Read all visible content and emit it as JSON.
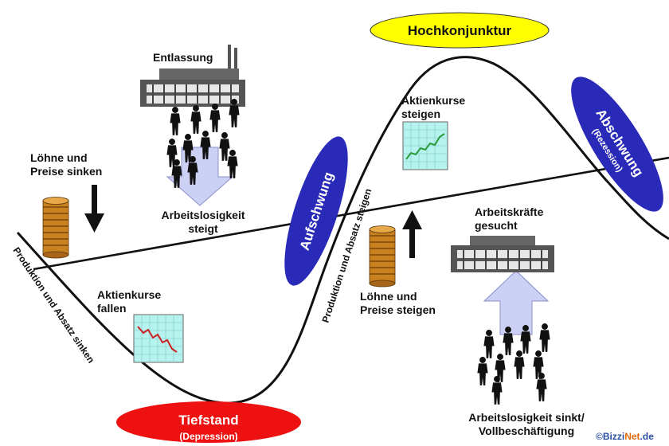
{
  "phases": {
    "peak": "Hochkonjunktur",
    "upswing": "Aufschwung",
    "downswing": "Abschwung",
    "downswing_sub": "(Rezession)",
    "trough": "Tiefstand",
    "trough_sub": "(Depression)"
  },
  "labels": {
    "dismissal": "Entlassung",
    "wages_fall": [
      "Löhne und",
      "Preise sinken"
    ],
    "unemployment_rises": [
      "Arbeitslosigkeit",
      "steigt"
    ],
    "stocks_fall": [
      "Aktienkurse",
      "fallen"
    ],
    "stocks_rise": [
      "Aktienkurse",
      "steigen"
    ],
    "wages_rise": [
      "Löhne und",
      "Preise steigen"
    ],
    "workers_wanted": [
      "Arbeitskräfte",
      "gesucht"
    ],
    "unemployment_falls": [
      "Arbeitslosigkeit sinkt/",
      "Vollbeschäftigung"
    ],
    "production_falls": "Produktion und Absatz sinken",
    "production_rises": "Produktion und Absatz steigen"
  },
  "credit": {
    "prefix": "©Bizzi",
    "highlight": "Net",
    "suffix": ".de"
  },
  "colors": {
    "peak_fill": "#ffff00",
    "trough_fill": "#ee1111",
    "ellipse_blue": "#2a2ab8",
    "chart_bg": "#b6f2ee",
    "rise_line": "#2a9a3a",
    "fall_line": "#cc2222",
    "arrow_purple": "#ccd0f4",
    "coin": "#c9801e"
  },
  "icons": [
    "factory-icon",
    "coin-stack-icon",
    "down-arrow-icon",
    "up-arrow-icon",
    "people-icon",
    "stock-chart-icon"
  ]
}
